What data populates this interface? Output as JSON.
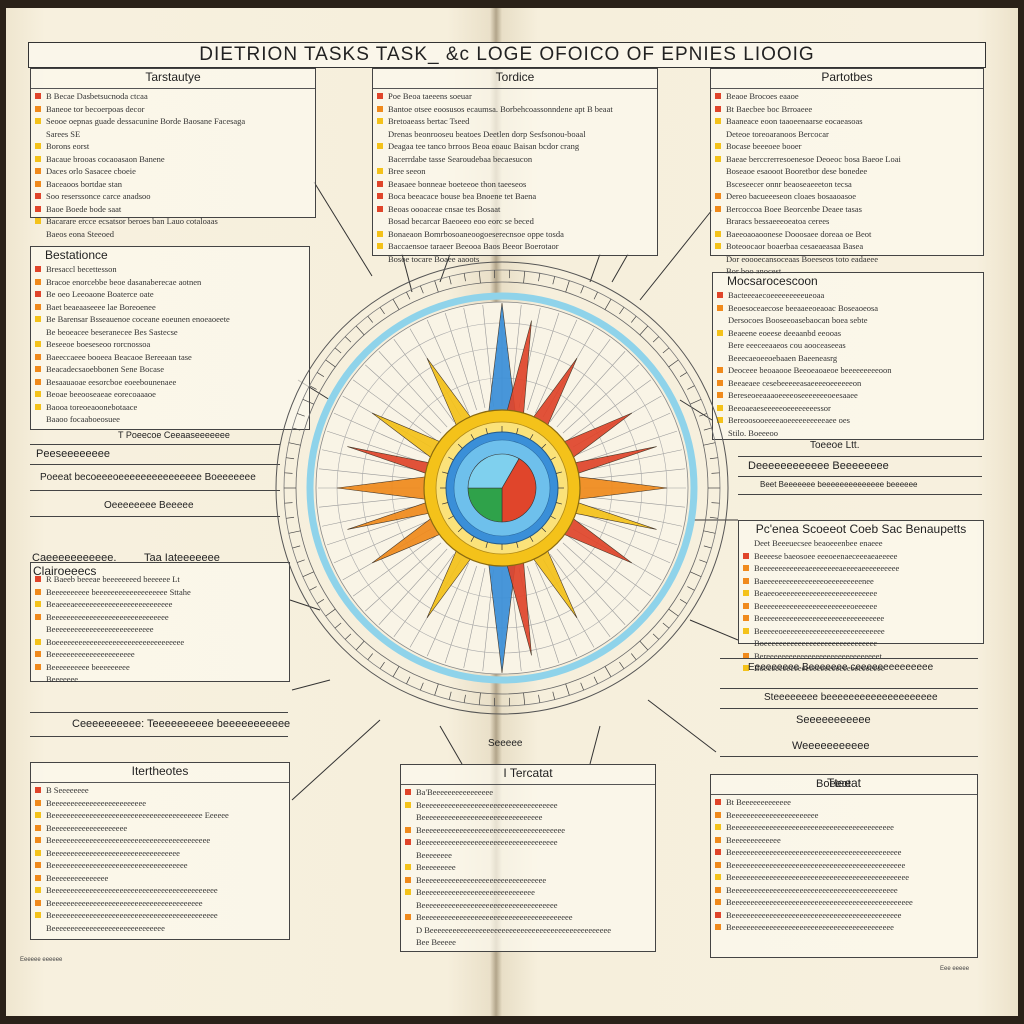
{
  "title": "DIETRION TASKS TASK_ &c LOGE OFOICO OF EPNIES LIOOIG",
  "colors": {
    "red": "#e0452b",
    "orange": "#f08a1c",
    "yellow": "#f4c21a",
    "blue": "#3a8fd8",
    "cyan": "#8fd3ea",
    "green": "#2fa24a"
  },
  "panels": {
    "p1": {
      "title": "Tarstautye",
      "rows": [
        {
          "m": "r",
          "t": "B Becae Dasbetsucnoda ctcaa"
        },
        {
          "m": "o",
          "t": "Baneoe tor becoerpoas decor"
        },
        {
          "m": "y",
          "t": "Seooe oepnas guade dessacunine Borde Baosane Facesaga"
        },
        {
          "m": "n",
          "t": "Sarees SE"
        },
        {
          "m": "y",
          "t": "Borons eorst"
        },
        {
          "m": "y",
          "t": "Bacaue brooas cocaoasaon Banene"
        },
        {
          "m": "o",
          "t": "Daces orlo Sasacee cboeie"
        },
        {
          "m": "o",
          "t": "Baceaoos bortdae stan"
        },
        {
          "m": "r",
          "t": "Soo reserssonce carce anadsoo"
        },
        {
          "m": "r",
          "t": "Baoe Boede bode saat"
        },
        {
          "m": "y",
          "t": "Bacarare ercce ecsatsor beroes ban Lauo cotaloaas"
        },
        {
          "m": "n",
          "t": "Baeos eona Steeoed"
        }
      ]
    },
    "p2": {
      "title": "Tordice",
      "rows": [
        {
          "m": "r",
          "t": "Poe Beoa taeeens soeuar"
        },
        {
          "m": "o",
          "t": "Bantoe otsee eoosusos ecaumsa. Borbehcoassonndene apt B beaat"
        },
        {
          "m": "y",
          "t": "Bretoaeass bertac Tseed"
        },
        {
          "m": "n",
          "t": "Drenas beonrooseu beatoes Deetlen dorp Sesfsonou-boaal"
        },
        {
          "m": "y",
          "t": "Deagaa tee tanco brroos Beoa eoauc Baisan bcdor crang"
        },
        {
          "m": "n",
          "t": "Bacerrdabe tasse Searoudebaa becaesucon"
        },
        {
          "m": "y",
          "t": "Bree seeon"
        },
        {
          "m": "r",
          "t": "Beasaee bonneae boeteeoe thon taeeseos"
        },
        {
          "m": "r",
          "t": "Boca beeacace bouse bea Bnoene tet Baena"
        },
        {
          "m": "r",
          "t": "Beoas oooaceae cnsae tes Bosaat"
        },
        {
          "m": "n",
          "t": "Bosad becarcar Baeoeeo eoo eorc se beced"
        },
        {
          "m": "y",
          "t": "Bonaeaon Bomrbosoaneoogoeserecnsoe oppe tosda"
        },
        {
          "m": "y",
          "t": "Baccaensoe taraeer Beeooa Baos Beeor Boerotaor"
        },
        {
          "m": "n",
          "t": "Bosoe tocare Boaee aaoots"
        }
      ]
    },
    "p3": {
      "title": "Partotbes",
      "rows": [
        {
          "m": "r",
          "t": "Beaoe Brocoes eaaoe"
        },
        {
          "m": "r",
          "t": "Bt Baecbee boc Brroaeee"
        },
        {
          "m": "y",
          "t": "Baaneace eoon taaoeenaarse eocaeasoas"
        },
        {
          "m": "n",
          "t": "Deteoe toreoaranoos Bercocar"
        },
        {
          "m": "y",
          "t": "Bocase beeeoee booer"
        },
        {
          "m": "y",
          "t": "Baeae berccrerresoenesoe Deoeoc bosa Baeoe Loai"
        },
        {
          "m": "n",
          "t": "Boseaoe esaooot Booretbor dese bonedee"
        },
        {
          "m": "n",
          "t": "Bsceseecer onnr beaoseaeeeton tecsa"
        },
        {
          "m": "o",
          "t": "Dereo bacueeeseon cloaes bosaaoasoe"
        },
        {
          "m": "o",
          "t": "Bercoccoa Boee Beorcenbe Deaee tasas"
        },
        {
          "m": "n",
          "t": "Braracs bessaeeeoeatoa cerees"
        },
        {
          "m": "y",
          "t": "Baeeoaoaoonese Dooosaee doreaa oe Beot"
        },
        {
          "m": "y",
          "t": "Boteoocaor boaerbaa cesaeaeasaa Basea"
        },
        {
          "m": "n",
          "t": "Dor eoooecansoceaas Boeeseos toto eadaeee"
        },
        {
          "m": "n",
          "t": "Bor boo anocest"
        }
      ]
    },
    "p4": {
      "title": "Bestationce",
      "rows": [
        {
          "m": "r",
          "t": "Bresaccl becettesson"
        },
        {
          "m": "o",
          "t": "Bracoe enorcebbe beoe dasanaberecae aotnen"
        },
        {
          "m": "r",
          "t": "Be oeo Leeoaone Boaterce oate"
        },
        {
          "m": "o",
          "t": "Baet beaeaaseeee lae Boreoenee"
        },
        {
          "m": "y",
          "t": "Be Barensar Bsseauenoe coceane eoeunen enoeaoeete"
        },
        {
          "m": "n",
          "t": "Be beoeacee beseranecee Bes Sastecse"
        },
        {
          "m": "y",
          "t": "Beseeoe boeseseoo rorcnossoa"
        },
        {
          "m": "o",
          "t": "Baeeccaeee booeea Beacaoe Bereeaan tase"
        },
        {
          "m": "o",
          "t": "Beacadecsaoebbonen Sene Bocase"
        },
        {
          "m": "o",
          "t": "Besaauaoae eesorcboe eoeebounenaee"
        },
        {
          "m": "y",
          "t": "Beoae beeooseaeae eorecoaaaoe"
        },
        {
          "m": "y",
          "t": "Baooa toreoeaoonebotaace"
        },
        {
          "m": "n",
          "t": "Baaoo focaaboeosuee"
        }
      ]
    },
    "p5": {
      "title": "Mocsarocescoon",
      "rows": [
        {
          "m": "r",
          "t": "Bacteeeaecoeeeeeeeeeueoaa"
        },
        {
          "m": "o",
          "t": "Beoesoceaecose beeaaeeoeaoac Boseaoeosa"
        },
        {
          "m": "n",
          "t": "Dersocoes Booseeoasebaocan boea sebte"
        },
        {
          "m": "y",
          "t": "Beaeene eoeese deeaanbd eeooas"
        },
        {
          "m": "n",
          "t": "Bere eeeceeaaeos cou aooceaseeas"
        },
        {
          "m": "n",
          "t": "Beeecaeoeeoebaaen Baeeneasrg"
        },
        {
          "m": "o",
          "t": "Deoceee beoaaooe Beeoeaoaeoe beeeeeeeeeoon"
        },
        {
          "m": "o",
          "t": "Beeaeaee cesebeeeeeasaeeeeoeeeeeeon"
        },
        {
          "m": "o",
          "t": "Bereseoeeaaaoeeeeoseeeeeeeoeesaaee"
        },
        {
          "m": "y",
          "t": "Beeoaeaeseeeeeoeeeeeeeessor"
        },
        {
          "m": "y",
          "t": "Bereoosooeeeeaoeeeeeeeeeeaee oes"
        },
        {
          "m": "n",
          "t": "Stilo. Boeeeoo"
        }
      ]
    },
    "p6": {
      "title": "Pc'enea Scoeeot Coeb Sac Benaupetts",
      "rows": [
        {
          "m": "n",
          "t": "Deet Beeeuecsee beaoeeenbee enaeee"
        },
        {
          "m": "r",
          "t": "Beeeese baeosoee eeeoeenaeceeeaeaeeeee"
        },
        {
          "m": "o",
          "t": "Beeeeeeeeeeeeaeeeeeeeeaeeeeaeeeeeeeeee"
        },
        {
          "m": "o",
          "t": "Baeeeeeeeeeeeeeeeeoeeeeeeeeenee"
        },
        {
          "m": "y",
          "t": "Beaeeoeeeeeeeeeeeeeeeeeeeeeeeeee"
        },
        {
          "m": "o",
          "t": "Beeeeeeeeeeeeeeeeeeeeeeeeoeeeeee"
        },
        {
          "m": "o",
          "t": "Beeeeeeeeeeeeeeeeeeeeeeeeeeeeeeeee"
        },
        {
          "m": "y",
          "t": "Beeeeeoeeeeeeeeeeeeeeeeeeeeeeeeeee"
        },
        {
          "m": "n",
          "t": "Boeeeeeeeeeeeeeeeeeeeeeeeeeeeeee"
        },
        {
          "m": "o",
          "t": "Bereeeeeeeeeeeeeeeeeeeeeeeeeeeeeet"
        },
        {
          "m": "y",
          "t": "Boeeeeeeeeeeeeeeeeeeeeeeeeeeeeeeee"
        }
      ]
    },
    "p7": {
      "title": "Clairoeeecs",
      "rows": [
        {
          "m": "r",
          "t": "R Baeeb beeeae beeeeeeeed beeeeee Lt"
        },
        {
          "m": "o",
          "t": "Beeeeeeeeee beeeeeeeeeeeeeeeeeee Sttahe"
        },
        {
          "m": "y",
          "t": "Beaeeeaeeeeeeeeeeeeeeeeeeeeeeeeee"
        },
        {
          "m": "o",
          "t": "Beeeeeeeeeeeeeeeeeeeeeeeeeeeeeee"
        },
        {
          "m": "n",
          "t": "Beeeeeeeeeeeeeeeeeeeeeeeeeee"
        },
        {
          "m": "y",
          "t": "Boeeeeeeeeeeeeeeeeeeeeeeeeeeeeeeeeee"
        },
        {
          "m": "o",
          "t": "Beeeeeeeeeeeeeeeeeeeeee"
        },
        {
          "m": "o",
          "t": "Beeeeeeeeee beeeeeeeee"
        },
        {
          "m": "n",
          "t": "Beeeeeee"
        }
      ]
    },
    "p8": {
      "title": "Itertheotes",
      "rows": [
        {
          "m": "r",
          "t": "B Seeeeeeee"
        },
        {
          "m": "o",
          "t": "Beeeeeeeeeeeeeeeeeeeeeeeee"
        },
        {
          "m": "y",
          "t": "Beeeeeeeeeeeeeeeeeeeeeeeeeeeeeeeeeeeeeeee Eeeeee"
        },
        {
          "m": "o",
          "t": "Beeeeeeeeeeeeeeeeeeee"
        },
        {
          "m": "o",
          "t": "Beeeeeeeeeeeeeeeeeeeeeeeeeeeeeeeeeeeeeeeeee"
        },
        {
          "m": "y",
          "t": "Beeeeeeeeeeeeeeeeeeeeeeeeeeeeeeeeee"
        },
        {
          "m": "o",
          "t": "Beeeeeeeeeeeeeeeeeeeeeeeeeeeeeeeeeeee"
        },
        {
          "m": "o",
          "t": "Beeeeeeeeeeeeeee"
        },
        {
          "m": "y",
          "t": "Beeeeeeeeeeeeeeeeeeeeeeeeeeeeeeeeeeeeeeeeeeee"
        },
        {
          "m": "o",
          "t": "Beeeeeeeeeeeeeeeeeeeeeeeeeeeeeeeeeeeeeeee"
        },
        {
          "m": "y",
          "t": "Beeeeeeeeeeeeeeeeeeeeeeeeeeeeeeeeeeeeeeeeeeee"
        },
        {
          "m": "n",
          "t": "Beeeeeeeeeeeeeeeeeeeeeeeeeeeeee"
        }
      ]
    },
    "p9": {
      "title": "I Tercatat",
      "rows": [
        {
          "m": "r",
          "t": "Ba'Beeeeeeeeeeeeeeee"
        },
        {
          "m": "y",
          "t": "Beeeeeeeeeeeeeeeeeeeeeeeeeeeeeeeeeeee"
        },
        {
          "m": "n",
          "t": "Beeeeeeeeeeeeeeeeeeeeeeeeeeeeeeee"
        },
        {
          "m": "o",
          "t": "Beeeeeeeeeeeeeeeeeeeeeeeeeeeeeeeeeeeeee"
        },
        {
          "m": "r",
          "t": "Beeeeeeeeeeeeeeeeeeeeeeeeeeeeeeeeeeee"
        },
        {
          "m": "n",
          "t": "Beeeeeeee"
        },
        {
          "m": "y",
          "t": "Beeeeeeeee"
        },
        {
          "m": "o",
          "t": "Beeeeeeeeeeeeeeeeeeeeeeeeeeeeeeeee"
        },
        {
          "m": "y",
          "t": "Beeeeeeeeeeeeeeeeeeeeeeeeeeeeee"
        },
        {
          "m": "n",
          "t": "Beeeeeeeeeeeeeeeeeeeeeeeeeeeeeeeeeeee"
        },
        {
          "m": "o",
          "t": "Beeeeeeeeeeeeeeeeeeeeeeeeeeeeeeeeeeeeeeee"
        },
        {
          "m": "n",
          "t": "D Beeeeeeeeeeeeeeeeeeeeeeeeeeeeeeeeeeeeeeeeeeeeeeee"
        },
        {
          "m": "n",
          "t": "Bee Beeeee"
        }
      ]
    },
    "p10": {
      "title": "Tteeat",
      "rows": [
        {
          "m": "r",
          "t": "Bt Beeeeeeeeeeeee"
        },
        {
          "m": "o",
          "t": "Beeeeeeeeeeeeeeeeeeeeeee"
        },
        {
          "m": "y",
          "t": "Beeeeeeeeeeeeeeeeeeeeeeeeeeeeeeeeeeeeeeeeeee"
        },
        {
          "m": "o",
          "t": "Beeeeeeeeeeeee"
        },
        {
          "m": "r",
          "t": "Beeeeeeeeeeeeeeeeeeeeeeeeeeeeeeeeeeeeeeeeeeeee"
        },
        {
          "m": "o",
          "t": "Beeeeeeeeeeeeeeeeeeeeeeeeeeeeeeeeeeeeeeeeeeeeee"
        },
        {
          "m": "y",
          "t": "Beeeeeeeeeeeeeeeeeeeeeeeeeeeeeeeeeeeeeeeeeeeeeee"
        },
        {
          "m": "o",
          "t": "Beeeeeeeeeeeeeeeeeeeeeeeeeeeeeeeeeeeeeeeeeeee"
        },
        {
          "m": "o",
          "t": "Beeeeeeeeeeeeeeeeeeeeeeeeeeeeeeeeeeeeeeeeeeeeeeee"
        },
        {
          "m": "r",
          "t": "Beeeeeeeeeeeeeeeeeeeeeeeeeeeeeeeeeeeeeeeeeeeee"
        },
        {
          "m": "o",
          "t": "Beeeeeeeeeeeeeeeeeeeeeeeeeeeeeeeeeeeeeeeeeee"
        }
      ]
    }
  },
  "captions": {
    "c1": "T Poeecoe Ceeaaseeeeeee",
    "c2": "Peeseeeeeeee",
    "c3": "Poeeat becoeeeoeeeeeeeeeeeeeee Boeeeeeee",
    "c4": "Oeeeeeeee Beeeee",
    "c5": "Caeeeeeeeeeee.",
    "c6": "Taa Iateeeeeee",
    "c7": "Ceeeeeeeeee: Teeeeeeeeee beeeeeeeeeee",
    "c8": "Toeeoe Ltt.",
    "c9": "Deeeeeeeeeeee Beeeeeeee",
    "c10": "Beet Beeeeeee beeeeeeeeeeeeee beeeeee",
    "c11": "Eeeeeeeee Beeeeeee ceeeeeeeeeeeeee",
    "c12": "Steeeeeeee beeeeeeeeeeeeeeeeeeee",
    "c13": "Seeeeeeeeeee",
    "c14": "Weeeeeeeeeee",
    "c15": "Boeeot",
    "c16": "Seeeee"
  },
  "footer": {
    "left": "Eeeeee eeeeee",
    "right": "Eee eeeee"
  }
}
